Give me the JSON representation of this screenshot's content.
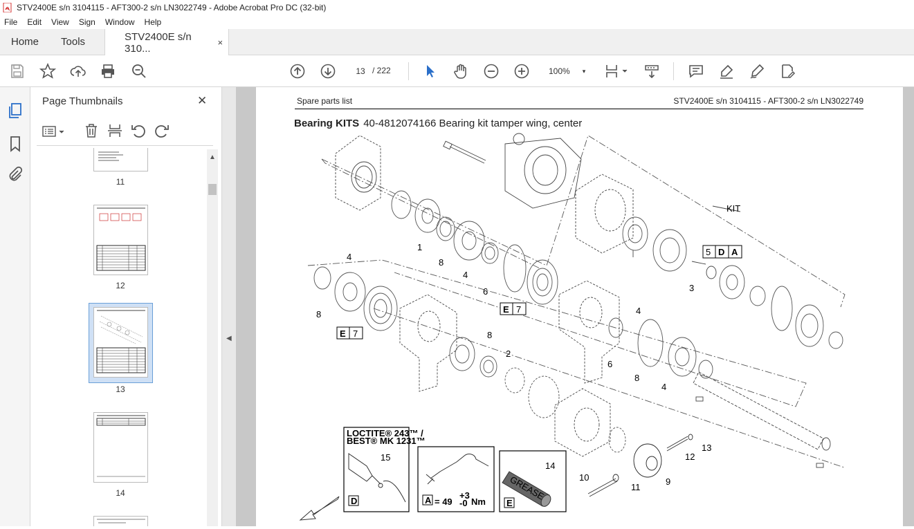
{
  "window": {
    "title": "STV2400E s/n 3104115 - AFT300-2 s/n LN3022749 - Adobe Acrobat Pro DC (32-bit)"
  },
  "menu": [
    "File",
    "Edit",
    "View",
    "Sign",
    "Window",
    "Help"
  ],
  "tabs": {
    "home": "Home",
    "tools": "Tools",
    "document": "STV2400E s/n 310...",
    "close": "×"
  },
  "toolbar": {
    "current_page": "13",
    "total_pages": "/ 222",
    "zoom": "100%",
    "zoom_caret": "▾"
  },
  "panel": {
    "title": "Page Thumbnails",
    "close": "✕",
    "thumbnails": [
      {
        "page": "11"
      },
      {
        "page": "12"
      },
      {
        "page": "13",
        "selected": true
      },
      {
        "page": "14"
      }
    ]
  },
  "document": {
    "header_left": "Spare parts list",
    "header_right": "STV2400E s/n 3104115 - AFT300-2 s/n LN3022749",
    "title_bold": "Bearing KITS",
    "title_rest": "40-4812074166 Bearing kit tamper wing, center",
    "kit_label": "KIT",
    "callouts": {
      "five": "5",
      "d": "D",
      "a": "A",
      "e": "E",
      "seven": "7",
      "numbers": [
        "1",
        "8",
        "4",
        "6",
        "3",
        "4",
        "8",
        "8",
        "2",
        "4",
        "6",
        "8",
        "4",
        "12",
        "13",
        "9",
        "11",
        "10",
        "14",
        "15"
      ]
    },
    "legend": {
      "loctite_line1": "LOCTITE® 243™ /",
      "loctite_line2": "BEST® MK 1231™",
      "loctite_num": "15",
      "loctite_letter": "D",
      "torque_letter": "A",
      "torque_eq": "= 49",
      "torque_sup": "+3",
      "torque_sub": "-0",
      "torque_unit": "Nm",
      "grease_text": "GREASE",
      "grease_num": "14",
      "grease_letter": "E"
    }
  },
  "colors": {
    "accent": "#2a6fc9",
    "panel_bg": "#f5f5f5",
    "doc_bg": "#c8c8c8",
    "selected_thumb": "#cfe0f5"
  },
  "icons": [
    "save-icon",
    "star-icon",
    "upload-icon",
    "print-icon",
    "zoom-out-search-icon",
    "page-up-icon",
    "page-down-icon",
    "select-arrow-icon",
    "hand-icon",
    "zoom-out-icon",
    "zoom-in-icon",
    "page-fit-icon",
    "scroll-mode-icon",
    "comment-icon",
    "highlight-icon",
    "sign-icon",
    "edit-pdf-icon"
  ]
}
